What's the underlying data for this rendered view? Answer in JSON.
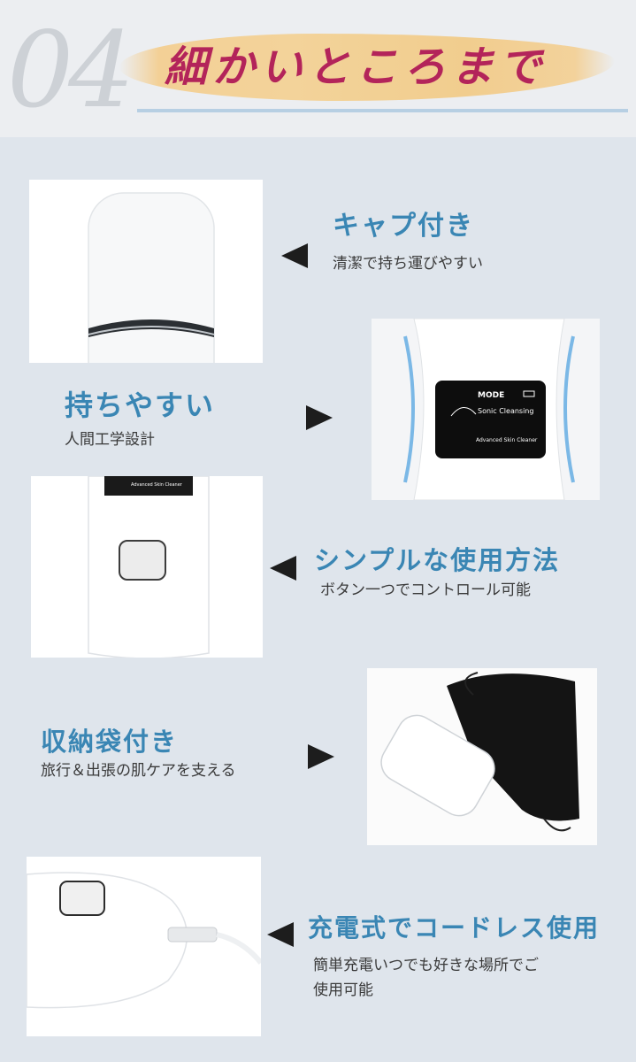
{
  "header": {
    "number": "04",
    "title": "細かいところまで"
  },
  "features": [
    {
      "title": "キャプ付き",
      "subtitle": "清潔で持ち運びやすい"
    },
    {
      "title": "持ちやすい",
      "subtitle": "人間工学設計"
    },
    {
      "title": "シンプルな使用方法",
      "subtitle": "ボタン一つでコントロール可能"
    },
    {
      "title": "収納袋付き",
      "subtitle": "旅行＆出張の肌ケアを支える"
    },
    {
      "title": "充電式でコードレス使用",
      "subtitle_line1": "簡単充電いつでも好きな場所でご",
      "subtitle_line2": "使用可能"
    }
  ],
  "device_screen": {
    "mode": "MODE",
    "mode_text": "Sonic Cleansing",
    "brand": "Advanced Skin Cleaner"
  },
  "device_bottom_label": "Advanced Skin Cleaner",
  "colors": {
    "accent": "#3a86b4",
    "title": "#b3245a",
    "background": "#dfe5ec"
  }
}
